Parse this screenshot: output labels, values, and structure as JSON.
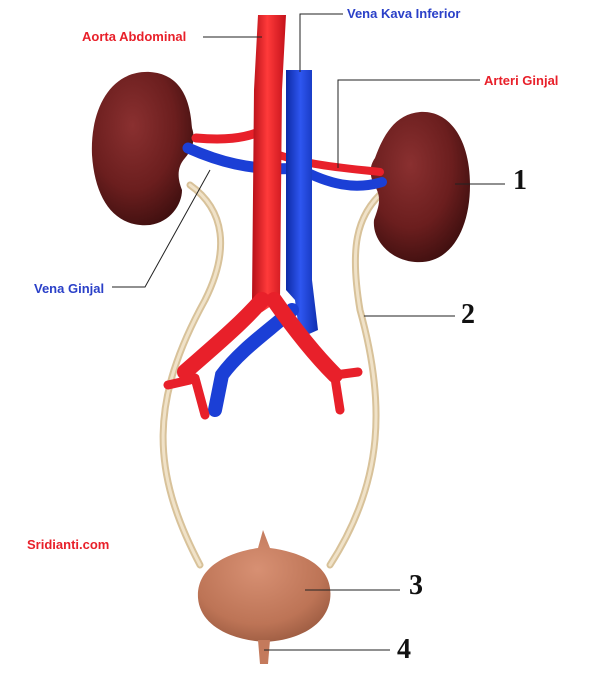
{
  "colors": {
    "artery": "#e8202a",
    "vein": "#1b3fd6",
    "kidney": "#6b1e1e",
    "ureter": "#ead7b4",
    "bladder": "#c47a5c",
    "label_red": "#e8202a",
    "label_blue": "#2a40c8"
  },
  "labels": {
    "aorta": "Aorta Abdominal",
    "vena_cava": "Vena Kava Inferior",
    "arteri_ginjal": "Arteri Ginjal",
    "vena_ginjal": "Vena Ginjal",
    "watermark": "Sridianti.com"
  },
  "numbers": {
    "n1": "1",
    "n2": "2",
    "n3": "3",
    "n4": "4"
  }
}
